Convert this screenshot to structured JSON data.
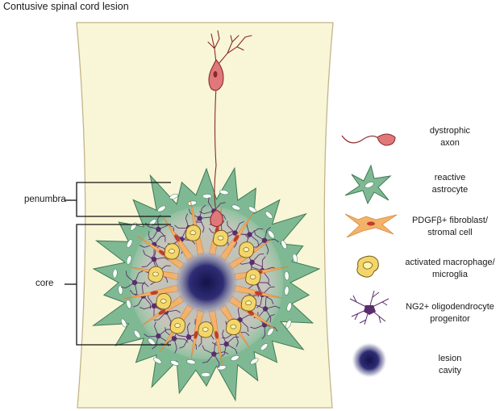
{
  "title": "Contusive spinal cord lesion",
  "regions": {
    "penumbra": "penumbra",
    "core": "core"
  },
  "legend": [
    {
      "key": "dystrophic_axon",
      "icon": "dystrophic-axon-icon",
      "label": "dystrophic\naxon"
    },
    {
      "key": "reactive_astrocyte",
      "icon": "reactive-astrocyte-icon",
      "label": "reactive\nastrocyte"
    },
    {
      "key": "fibroblast",
      "icon": "fibroblast-icon",
      "label": "PDGFβ+ fibroblast/\nstromal cell"
    },
    {
      "key": "macrophage",
      "icon": "macrophage-icon",
      "label": "activated macrophage/\nmicroglia"
    },
    {
      "key": "ng2",
      "icon": "ng2-opc-icon",
      "label": "NG2+ oligodendrocyte\nprogenitor"
    },
    {
      "key": "cavity",
      "icon": "lesion-cavity-icon",
      "label": "lesion\ncavity"
    }
  ],
  "colors": {
    "cord": "#f8f6d6",
    "cord_edge": "#c2b48a",
    "astrocyte": "#7fb994",
    "astrocyte_edge": "#3e7a55",
    "fibroblast": "#f3b26a",
    "macrophage": "#f3d56a",
    "ng2": "#5a2d6e",
    "axon": "#e0787a",
    "axon_edge": "#8a2a2d",
    "cavity": "#1e1d5a"
  }
}
